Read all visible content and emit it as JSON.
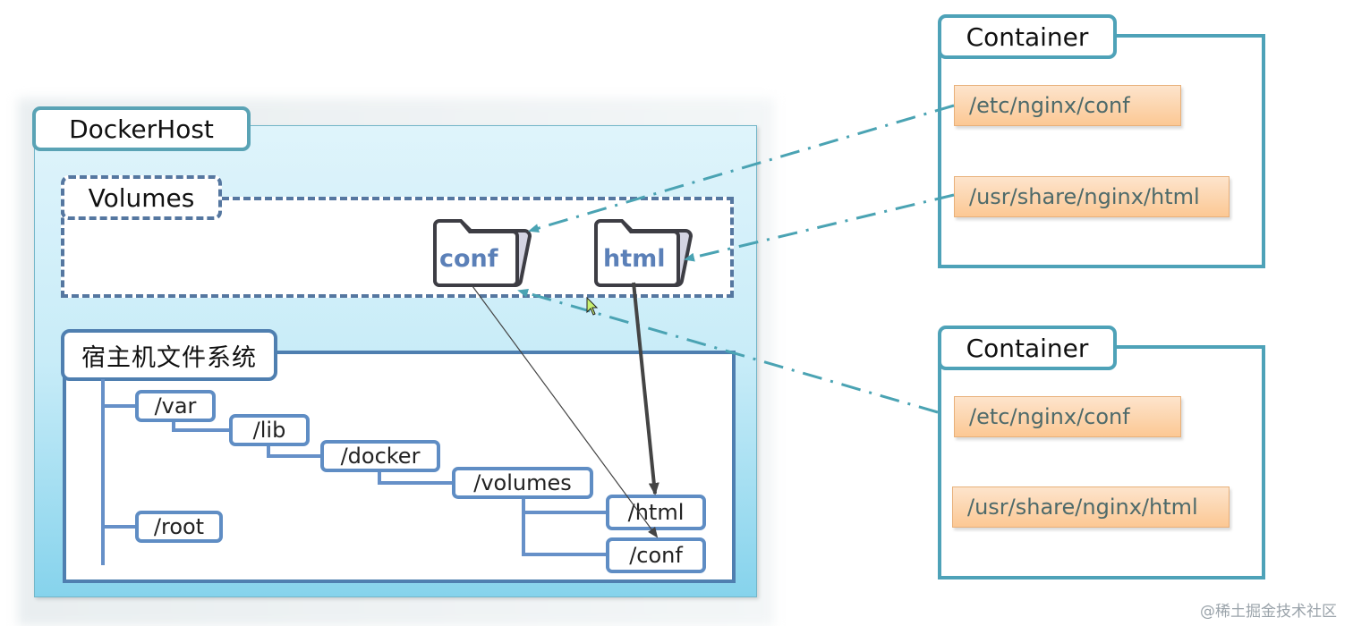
{
  "diagram": {
    "docker_host": {
      "label": "DockerHost"
    },
    "volumes": {
      "label": "Volumes",
      "folders": [
        {
          "name": "conf"
        },
        {
          "name": "html"
        }
      ]
    },
    "host_fs": {
      "label": "宿主机文件系统",
      "nodes": {
        "var": "/var",
        "lib": "/lib",
        "docker": "/docker",
        "volumes": "/volumes",
        "html": "/html",
        "conf": "/conf",
        "root": "/root"
      }
    },
    "containers": [
      {
        "label": "Container",
        "paths": [
          "/etc/nginx/conf",
          "/usr/share/nginx/html"
        ]
      },
      {
        "label": "Container",
        "paths": [
          "/etc/nginx/conf",
          "/usr/share/nginx/html"
        ]
      }
    ],
    "colors": {
      "link_dashdot": "#4aa3b3",
      "container_border": "#4ea2b8",
      "tree_border": "#5f8dc4",
      "path_fill": "#fcc894"
    }
  },
  "watermark": "@稀土掘金技术社区"
}
